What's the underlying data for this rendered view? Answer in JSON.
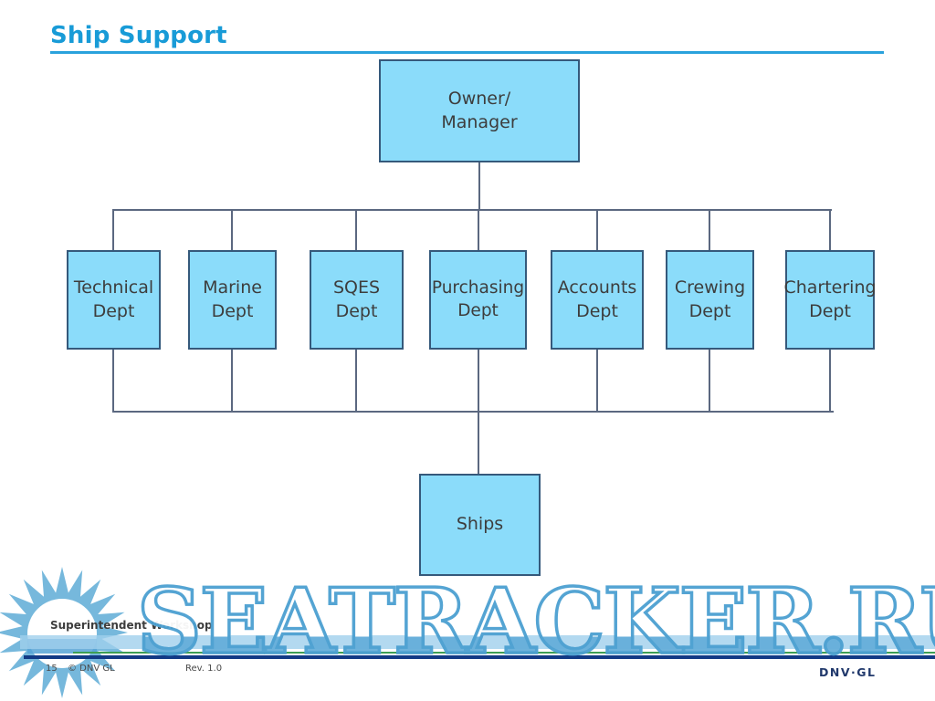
{
  "slide": {
    "title": "Ship Support",
    "accent_color": "#189bd7"
  },
  "orgchart": {
    "root": {
      "label": "Owner/\nManager"
    },
    "departments": [
      {
        "label": "Technical\nDept"
      },
      {
        "label": "Marine\nDept"
      },
      {
        "label": "SQES\nDept"
      },
      {
        "label": "Purchasing\nDept"
      },
      {
        "label": "Accounts\nDept"
      },
      {
        "label": "Crewing\nDept"
      },
      {
        "label": "Chartering\nDept"
      }
    ],
    "leaf": {
      "label": "Ships"
    },
    "box_fill": "#8bdcfa",
    "box_border": "#35597b"
  },
  "footer": {
    "workshop": "Superintendent Workshop",
    "page_number": "15",
    "copyright": "© DNV GL",
    "revision": "Rev. 1.0",
    "brand": "DNV·GL"
  },
  "watermark": {
    "text": "SEATRACKER.RU",
    "icon": "sunburst-icon",
    "band_color": "#a0d0ec",
    "line_green": "#3d9e53",
    "line_navy": "#123a85"
  }
}
